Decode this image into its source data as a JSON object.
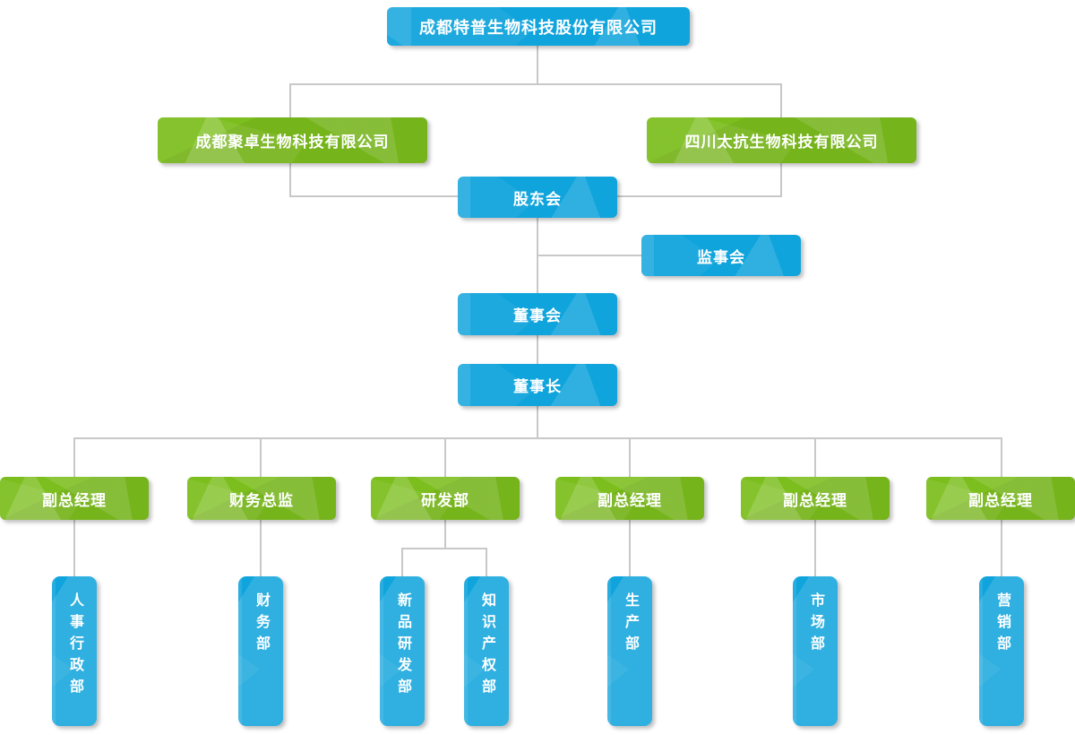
{
  "org": {
    "root": {
      "label": "成都特普生物科技股份有限公司"
    },
    "subsidiaries": [
      {
        "label": "成都聚卓生物科技有限公司"
      },
      {
        "label": "四川太抗生物科技有限公司"
      }
    ],
    "shareholders_meeting": {
      "label": "股东会"
    },
    "supervisory_board": {
      "label": "监事会"
    },
    "board_of_directors": {
      "label": "董事会"
    },
    "chairman": {
      "label": "董事长"
    },
    "executives": [
      {
        "label": "副总经理",
        "departments": [
          {
            "label": "人事行政部"
          }
        ]
      },
      {
        "label": "财务总监",
        "departments": [
          {
            "label": "财务部"
          }
        ]
      },
      {
        "label": "研发部",
        "departments": [
          {
            "label": "新品研发部"
          },
          {
            "label": "知识产权部"
          }
        ]
      },
      {
        "label": "副总经理",
        "departments": [
          {
            "label": "生产部"
          }
        ]
      },
      {
        "label": "副总经理",
        "departments": [
          {
            "label": "市场部"
          }
        ]
      },
      {
        "label": "副总经理",
        "departments": [
          {
            "label": "营销部"
          }
        ]
      }
    ],
    "colors": {
      "node_blue": "#10a4dc",
      "node_green": "#7cbe1d",
      "connector_line": "#c8c8c8",
      "label_text": "#ffffff",
      "background": "#ffffff"
    }
  }
}
